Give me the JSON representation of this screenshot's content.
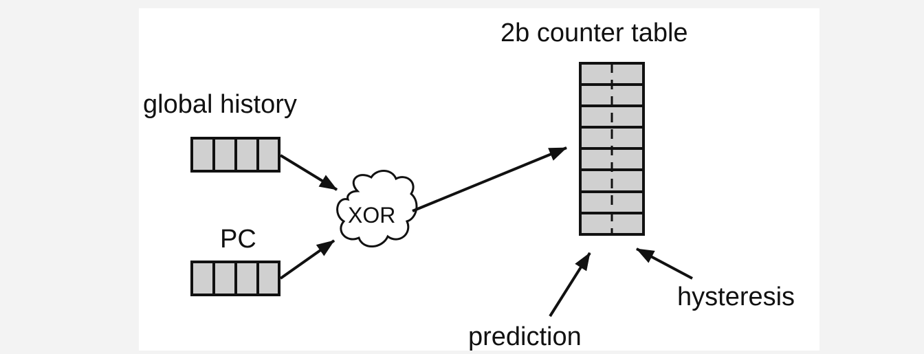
{
  "labels": {
    "table_title": "2b counter table",
    "global_history": "global history",
    "pc": "PC",
    "xor": "XOR",
    "prediction": "prediction",
    "hysteresis": "hysteresis"
  },
  "colors": {
    "cell_fill": "#d0d0d0",
    "stroke": "#111111",
    "background": "#ffffff"
  },
  "structure": {
    "register_bits": 4,
    "table_entries": 8
  }
}
